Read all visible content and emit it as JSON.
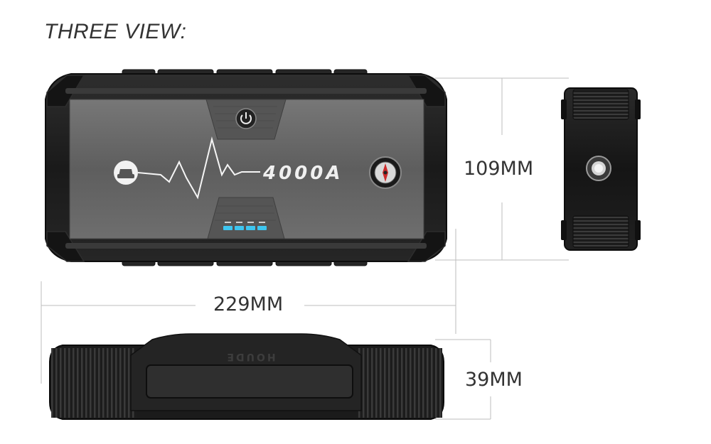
{
  "heading": "THREE VIEW:",
  "dimensions": {
    "height": "109MM",
    "length": "229MM",
    "depth": "39MM"
  },
  "device": {
    "model_label": "4000A",
    "brand": "HOUDE",
    "battery_indicator_levels": 4,
    "battery_indicator_color": "#3ec6f0",
    "body_color": "#1e1e1e",
    "panel_color": "#6a6a6a",
    "icons": [
      "power-icon",
      "car-icon",
      "compass-icon",
      "heartbeat-line"
    ]
  }
}
